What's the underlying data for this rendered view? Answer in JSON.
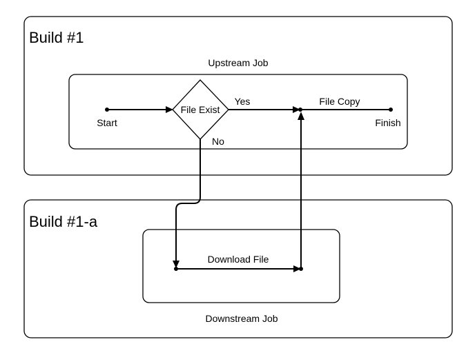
{
  "build1": {
    "title": "Build #1",
    "job_label": "Upstream Job",
    "start_label": "Start",
    "decision_label": "File Exist",
    "yes_label": "Yes",
    "no_label": "No",
    "copy_label": "File Copy",
    "finish_label": "Finish"
  },
  "build1a": {
    "title": "Build #1-a",
    "download_label": "Download File",
    "job_label": "Downstream Job"
  }
}
